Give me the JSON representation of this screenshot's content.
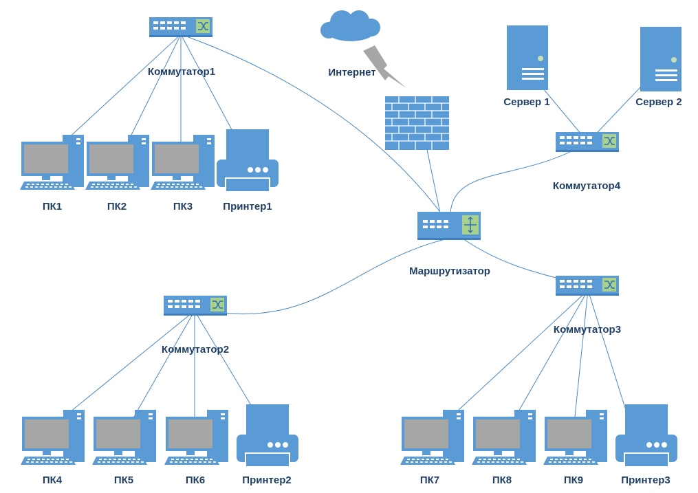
{
  "colors": {
    "device": "#5b9bd5",
    "device_dark": "#3f7fc0",
    "screen": "#a6a6a6",
    "link": "#4a86c5",
    "label": "#1f3f66",
    "bolt": "#a6a6a6",
    "switch_port": "#2f6db2",
    "router_port": "#a9d18e"
  },
  "labels": {
    "switch1": "Коммутатор1",
    "switch2": "Коммутатор2",
    "switch3": "Коммутатор3",
    "switch4": "Коммутатор4",
    "router": "Маршрутизатор",
    "internet": "Интернет",
    "server1": "Сервер 1",
    "server2": "Сервер 2",
    "pc1": "ПК1",
    "pc2": "ПК2",
    "pc3": "ПК3",
    "pc4": "ПК4",
    "pc5": "ПК5",
    "pc6": "ПК6",
    "pc7": "ПК7",
    "pc8": "ПК8",
    "pc9": "ПК9",
    "printer1": "Принтер1",
    "printer2": "Принтер2",
    "printer3": "Принтер3"
  },
  "icons": {
    "cloud": "cloud-icon",
    "firewall": "firewall-icon",
    "router": "router-icon",
    "switch": "switch-icon",
    "server": "server-icon",
    "pc": "computer-icon",
    "printer": "printer-icon"
  }
}
